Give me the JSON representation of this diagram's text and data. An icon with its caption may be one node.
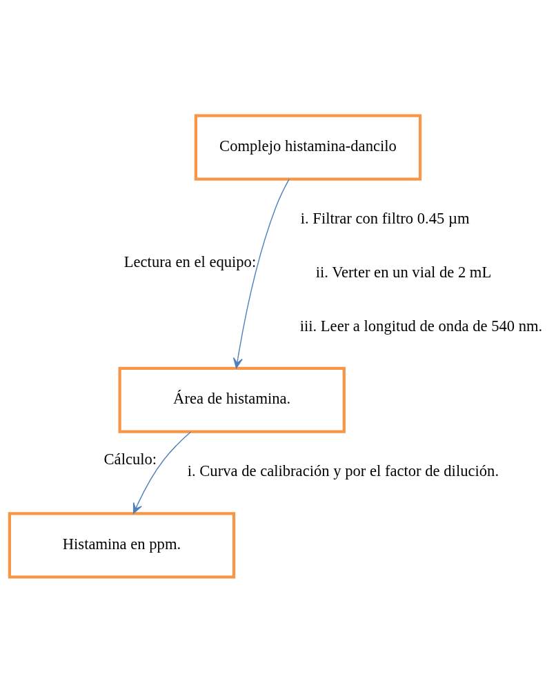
{
  "diagram": {
    "nodes": [
      {
        "text": [
          "Complejo histamina-dancilo"
        ]
      },
      {
        "text": [
          "Área de histamina."
        ]
      },
      {
        "text": [
          "Histamina en ppm."
        ]
      }
    ],
    "edges": [
      {
        "from": 0,
        "to": 1,
        "arrow": "to",
        "label": "Lectura en el equipo:"
      },
      {
        "from": 1,
        "to": 2,
        "arrow": "to",
        "label": "Cálculo:"
      }
    ],
    "labels": [
      "i. Filtrar con filtro 0.45 µm",
      "ii. Verter en un vial de 2 mL",
      "iii. Leer a longitud de onda de 540 nm.",
      "i. Curva de calibración y por el factor de dilución."
    ]
  }
}
